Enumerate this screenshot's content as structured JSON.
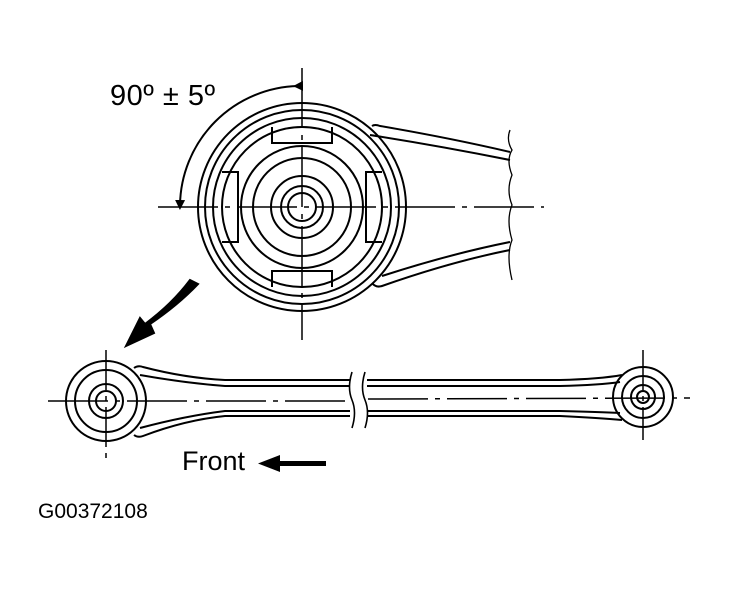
{
  "diagram": {
    "angle_label": "90º ± 5º",
    "direction_label": "Front",
    "figure_code": "G00372108",
    "colors": {
      "ink": "#000000",
      "background": "#ffffff"
    }
  }
}
